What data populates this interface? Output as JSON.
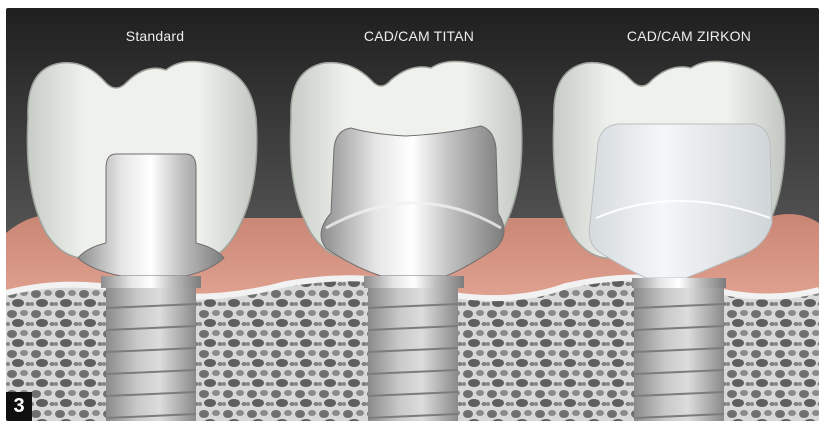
{
  "figure": {
    "labels": {
      "standard": "Standard",
      "titan": "CAD/CAM TITAN",
      "zirkon": "CAD/CAM ZIRKON"
    },
    "number": "3"
  },
  "icons": [
    "tooth-crown-icon",
    "abutment-icon",
    "implant-screw-icon"
  ],
  "colors": {
    "background_top": "#2e2e2e",
    "gum": "#d58f7e",
    "bone": "#d9d9d9",
    "crown": "#e6eae4",
    "titanium": "#b5b5b5",
    "zirconia": "#e8ecef"
  }
}
